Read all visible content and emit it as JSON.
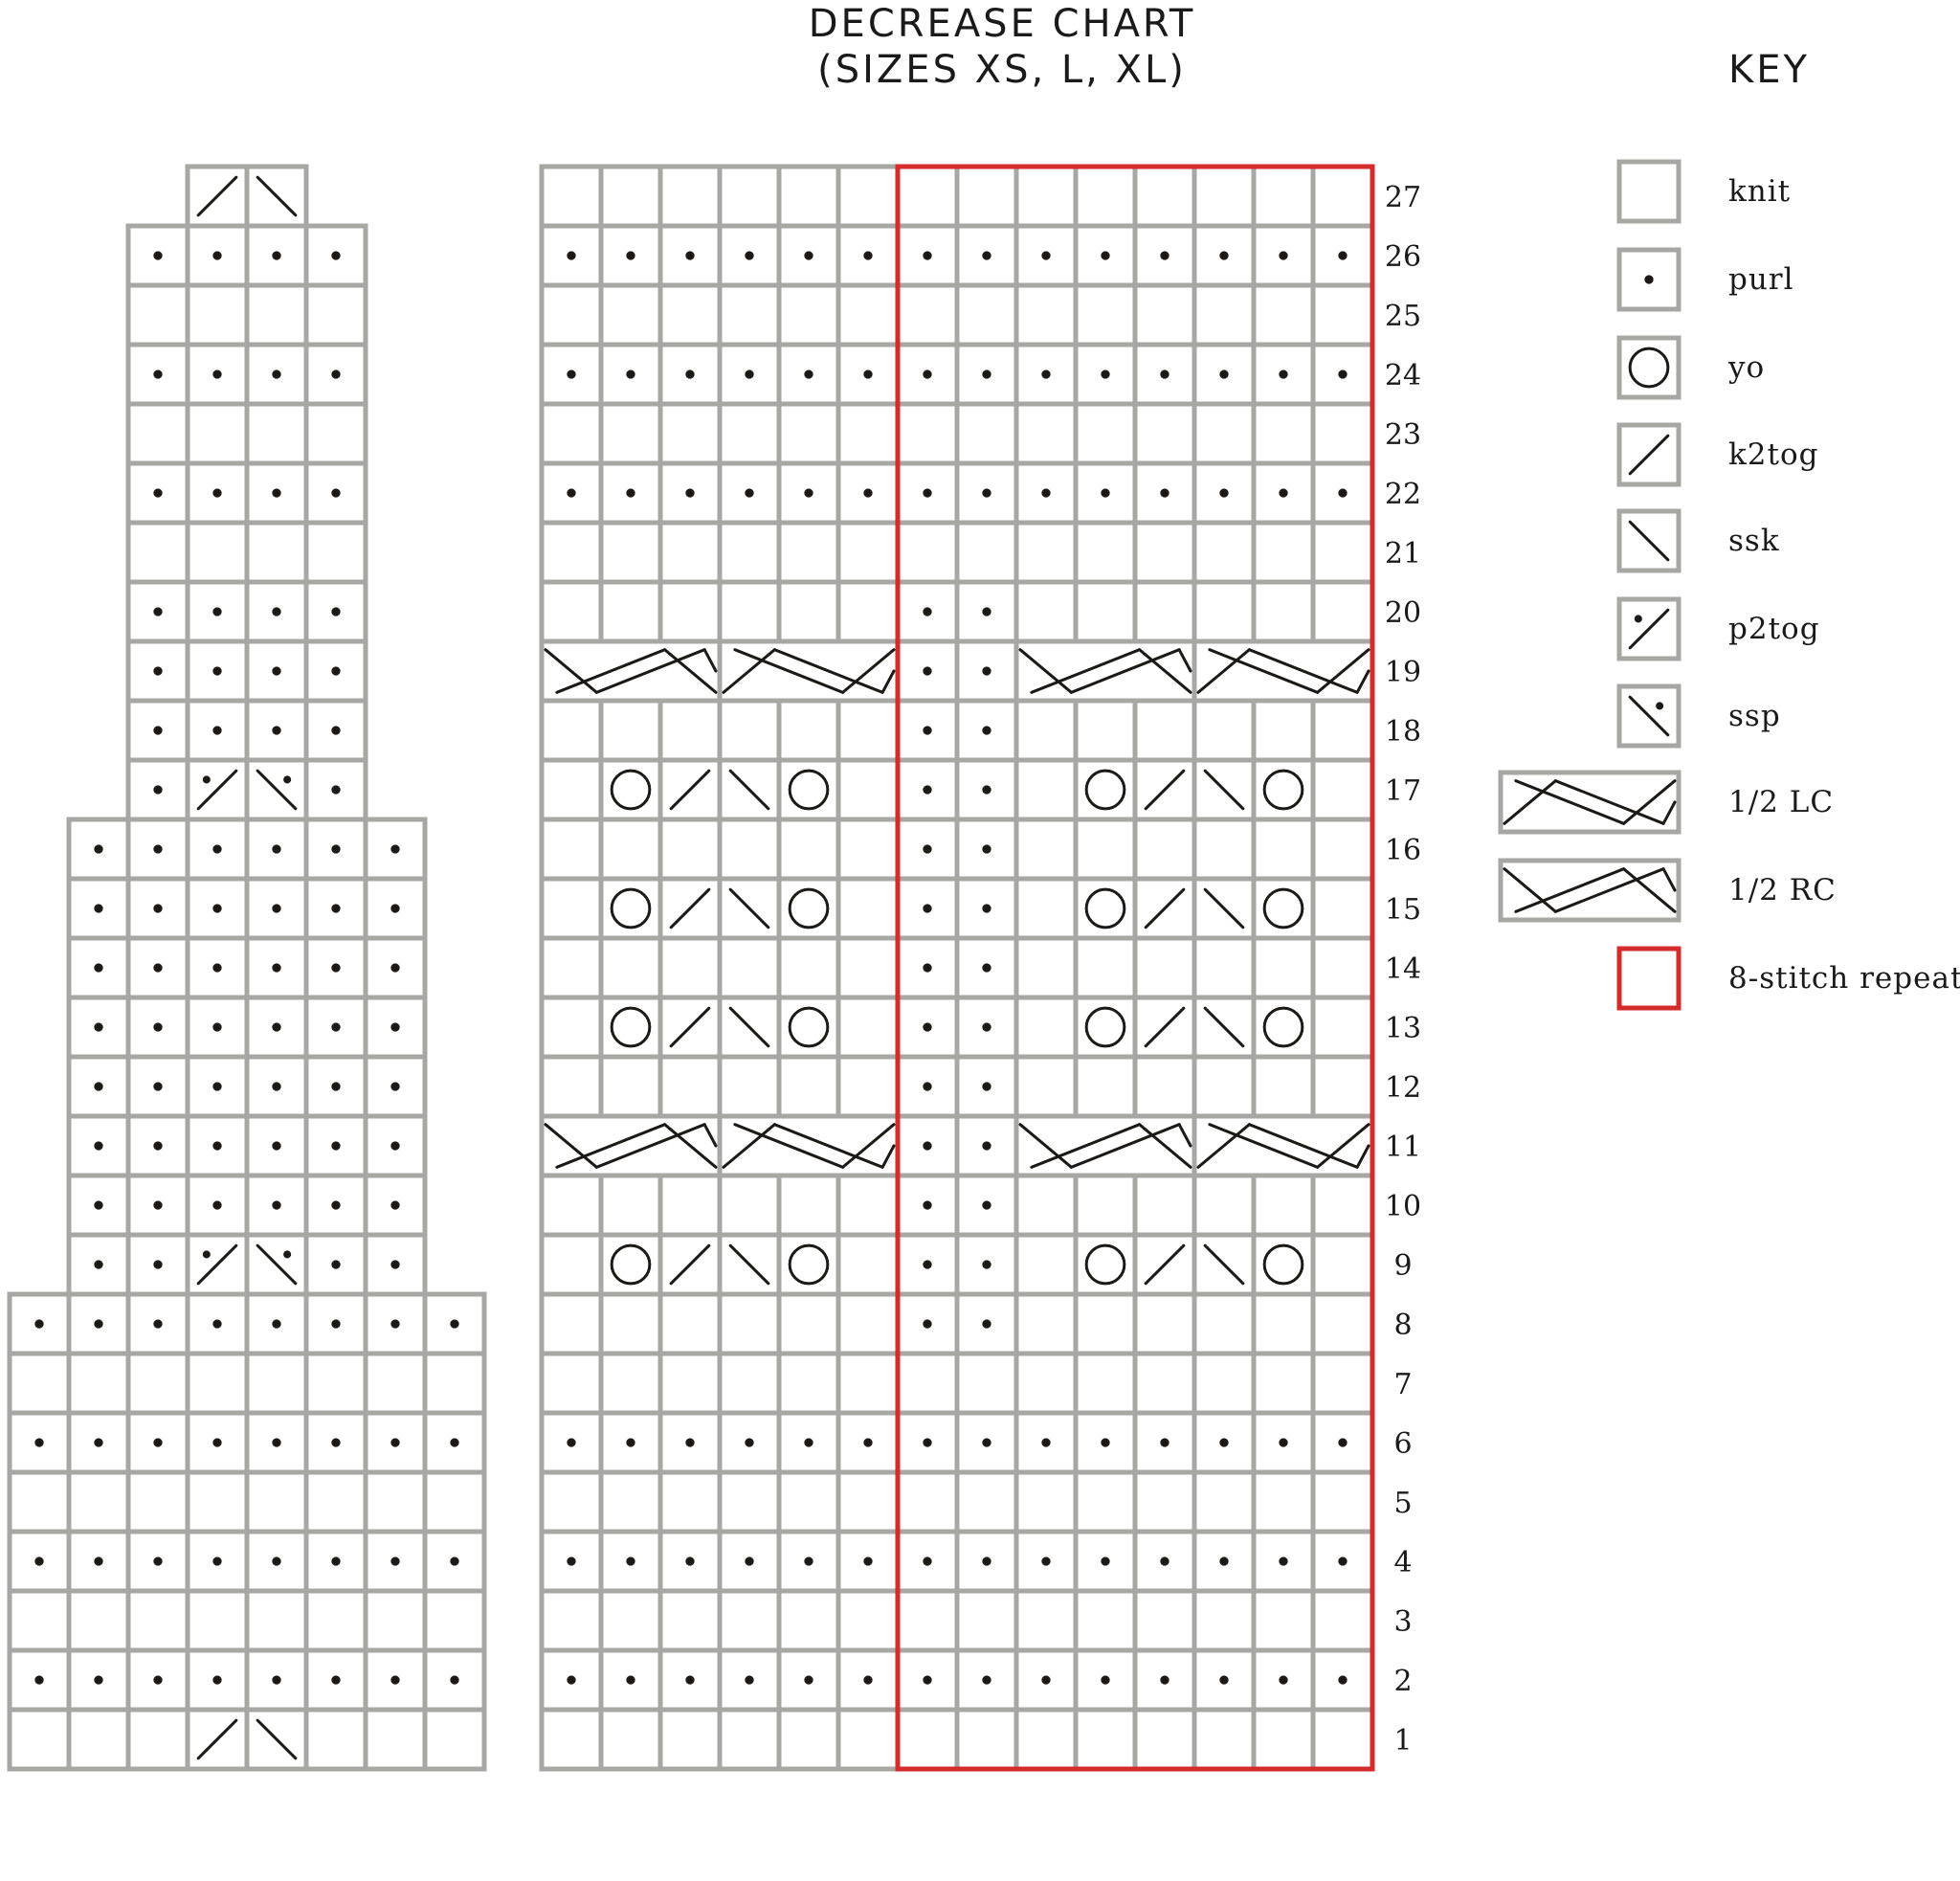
{
  "title": {
    "line1": "DECREASE CHART",
    "line2": "(SIZES XS, L, XL)"
  },
  "key": {
    "title": "KEY",
    "items": [
      {
        "symbol": "knit",
        "label": "knit"
      },
      {
        "symbol": "purl",
        "label": "purl"
      },
      {
        "symbol": "yo",
        "label": "yo"
      },
      {
        "symbol": "k2tog",
        "label": "k2tog"
      },
      {
        "symbol": "ssk",
        "label": "ssk"
      },
      {
        "symbol": "p2tog",
        "label": "p2tog"
      },
      {
        "symbol": "ssp",
        "label": "ssp"
      },
      {
        "symbol": "lc",
        "label": "1/2 LC"
      },
      {
        "symbol": "rc",
        "label": "1/2 RC"
      },
      {
        "symbol": "repeat",
        "label": "8-stitch repeat"
      }
    ]
  },
  "colors": {
    "grid": "#a7a7a4",
    "symbol": "#1d1a16",
    "repeat": "#d62b2b",
    "background": "#ffffff"
  },
  "row_numbers": [
    "27",
    "26",
    "25",
    "24",
    "23",
    "22",
    "21",
    "20",
    "19",
    "18",
    "17",
    "16",
    "15",
    "14",
    "13",
    "12",
    "11",
    "10",
    "9",
    "8",
    "7",
    "6",
    "5",
    "4",
    "3",
    "2",
    "1"
  ],
  "decrease_chart": {
    "total_width": 8,
    "symbol_codes": {
      ".": "knit",
      "p": "purl",
      "/": "k2tog",
      "\\": "ssk",
      "d": "p2tog",
      "s": "ssp",
      "_": "no stitch"
    },
    "rows": [
      {
        "row": 27,
        "first": 3,
        "stitches": "/\\"
      },
      {
        "row": 26,
        "first": 2,
        "stitches": "pppp"
      },
      {
        "row": 25,
        "first": 2,
        "stitches": "...."
      },
      {
        "row": 24,
        "first": 2,
        "stitches": "pppp"
      },
      {
        "row": 23,
        "first": 2,
        "stitches": "...."
      },
      {
        "row": 22,
        "first": 2,
        "stitches": "pppp"
      },
      {
        "row": 21,
        "first": 2,
        "stitches": "...."
      },
      {
        "row": 20,
        "first": 2,
        "stitches": "pppp"
      },
      {
        "row": 19,
        "first": 2,
        "stitches": "pppp"
      },
      {
        "row": 18,
        "first": 2,
        "stitches": "pppp"
      },
      {
        "row": 17,
        "first": 2,
        "stitches": "pdsp"
      },
      {
        "row": 16,
        "first": 1,
        "stitches": "pppppp"
      },
      {
        "row": 15,
        "first": 1,
        "stitches": "pppppp"
      },
      {
        "row": 14,
        "first": 1,
        "stitches": "pppppp"
      },
      {
        "row": 13,
        "first": 1,
        "stitches": "pppppp"
      },
      {
        "row": 12,
        "first": 1,
        "stitches": "pppppp"
      },
      {
        "row": 11,
        "first": 1,
        "stitches": "pppppp"
      },
      {
        "row": 10,
        "first": 1,
        "stitches": "pppppp"
      },
      {
        "row": 9,
        "first": 1,
        "stitches": "ppdspp"
      },
      {
        "row": 8,
        "first": 0,
        "stitches": "pppppppp"
      },
      {
        "row": 7,
        "first": 0,
        "stitches": "........"
      },
      {
        "row": 6,
        "first": 0,
        "stitches": "pppppppp"
      },
      {
        "row": 5,
        "first": 0,
        "stitches": "........"
      },
      {
        "row": 4,
        "first": 0,
        "stitches": "pppppppp"
      },
      {
        "row": 3,
        "first": 0,
        "stitches": "........"
      },
      {
        "row": 2,
        "first": 0,
        "stitches": "pppppppp"
      },
      {
        "row": 1,
        "first": 0,
        "stitches": ".../\\..."
      }
    ]
  },
  "main_chart": {
    "columns": 14,
    "repeat_columns": [
      7,
      14
    ],
    "symbol_codes": {
      ".": "knit",
      "p": "purl",
      "o": "yo",
      "/": "k2tog",
      "\\": "ssk",
      "L": "1/2 LC",
      "R": "1/2 RC"
    },
    "rows": [
      {
        "row": 27,
        "stitches": ".............."
      },
      {
        "row": 26,
        "stitches": "pppppppppppppp"
      },
      {
        "row": 25,
        "stitches": ".............."
      },
      {
        "row": 24,
        "stitches": "pppppppppppppp"
      },
      {
        "row": 23,
        "stitches": ".............."
      },
      {
        "row": 22,
        "stitches": "pppppppppppppp"
      },
      {
        "row": 21,
        "stitches": ".............."
      },
      {
        "row": 20,
        "stitches": "......pp......"
      },
      {
        "row": 19,
        "stitches": "RRRLLLppRRRLLL"
      },
      {
        "row": 18,
        "stitches": "......pp......"
      },
      {
        "row": 17,
        "stitches": ".o/\\o.pp.o/\\o."
      },
      {
        "row": 16,
        "stitches": "......pp......"
      },
      {
        "row": 15,
        "stitches": ".o/\\o.pp.o/\\o."
      },
      {
        "row": 14,
        "stitches": "......pp......"
      },
      {
        "row": 13,
        "stitches": ".o/\\o.pp.o/\\o."
      },
      {
        "row": 12,
        "stitches": "......pp......"
      },
      {
        "row": 11,
        "stitches": "RRRLLLppRRRLLL"
      },
      {
        "row": 10,
        "stitches": "......pp......"
      },
      {
        "row": 9,
        "stitches": ".o/\\o.pp.o/\\o."
      },
      {
        "row": 8,
        "stitches": "......pp......"
      },
      {
        "row": 7,
        "stitches": ".............."
      },
      {
        "row": 6,
        "stitches": "pppppppppppppp"
      },
      {
        "row": 5,
        "stitches": ".............."
      },
      {
        "row": 4,
        "stitches": "pppppppppppppp"
      },
      {
        "row": 3,
        "stitches": ".............."
      },
      {
        "row": 2,
        "stitches": "pppppppppppppp"
      },
      {
        "row": 1,
        "stitches": ".............."
      }
    ]
  }
}
